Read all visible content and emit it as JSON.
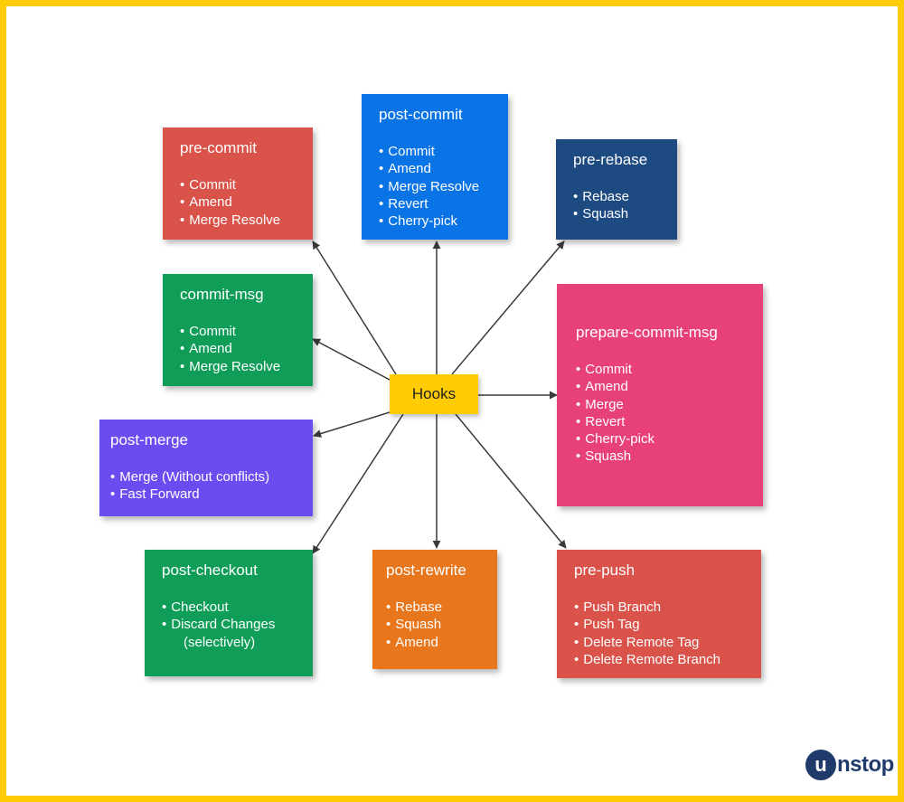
{
  "hub": {
    "label": "Hooks"
  },
  "boxes": {
    "pre_commit": {
      "title": "pre-commit",
      "items": [
        "Commit",
        "Amend",
        "Merge Resolve"
      ],
      "color": "#d9534a"
    },
    "post_commit": {
      "title": "post-commit",
      "items": [
        "Commit",
        "Amend",
        "Merge Resolve",
        "Revert",
        "Cherry-pick"
      ],
      "color": "#0a73e6"
    },
    "pre_rebase": {
      "title": "pre-rebase",
      "items": [
        "Rebase",
        "Squash"
      ],
      "color": "#1e4a82"
    },
    "commit_msg": {
      "title": "commit-msg",
      "items": [
        "Commit",
        "Amend",
        "Merge Resolve"
      ],
      "color": "#0f9d58"
    },
    "prepare_commit_msg": {
      "title": "prepare-commit-msg",
      "items": [
        "Commit",
        "Amend",
        "Merge",
        "Revert",
        "Cherry-pick",
        "Squash"
      ],
      "color": "#e8407a"
    },
    "post_merge": {
      "title": "post-merge",
      "items": [
        "Merge (Without conflicts)",
        "Fast Forward"
      ],
      "color": "#6a4cf0"
    },
    "post_checkout": {
      "title": "post-checkout",
      "items": [
        "Checkout",
        "Discard Changes",
        "(selectively)"
      ],
      "color": "#0f9d58"
    },
    "post_rewrite": {
      "title": "post-rewrite",
      "items": [
        "Rebase",
        "Squash",
        "Amend"
      ],
      "color": "#e8761c"
    },
    "pre_push": {
      "title": "pre-push",
      "items": [
        "Push Branch",
        "Push Tag",
        "Delete Remote Tag",
        "Delete Remote Branch"
      ],
      "color": "#d9534a"
    }
  },
  "logo": {
    "first": "u",
    "rest": "nstop",
    "color": "#1f3a6b"
  },
  "frame_color": "#ffcb05"
}
